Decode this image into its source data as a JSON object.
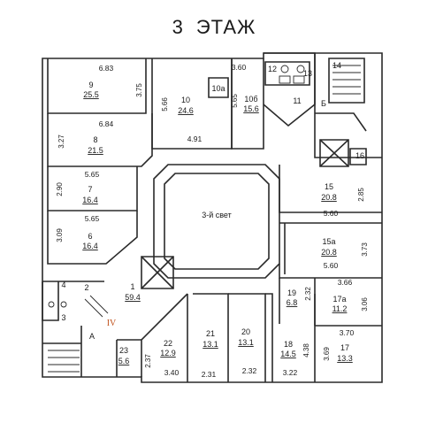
{
  "title": {
    "number": "3",
    "word": "ЭТАЖ"
  },
  "atrium_label": "3-й свет",
  "room_numbers": [
    "9",
    "8",
    "7",
    "6",
    "10",
    "10а",
    "10б",
    "11",
    "12",
    "13",
    "Б",
    "14",
    "16",
    "15",
    "15а",
    "19",
    "17а",
    "17",
    "18",
    "20",
    "21",
    "22",
    "23",
    "1",
    "2",
    "3",
    "4",
    "A"
  ],
  "room_areas": [
    "25.5",
    "21.5",
    "16.4",
    "16.4",
    "24.6",
    "15.6",
    "20.8",
    "20.8",
    "6.8",
    "11.2",
    "13.3",
    "14.5",
    "13.1",
    "13.1",
    "12.9",
    "5.6",
    "59.4"
  ],
  "dimensions_horizontal": [
    "6.83",
    "6.84",
    "5.65",
    "5.65",
    "3.60",
    "4.91",
    "5.60",
    "5.60",
    "3.66",
    "3.70",
    "3.40",
    "2.31",
    "2.32",
    "3.22"
  ],
  "dimensions_vertical": [
    "3.75",
    "3.27",
    "2.90",
    "3.09",
    "5.66",
    "5.65",
    "2.85",
    "3.73",
    "2.32",
    "3.06",
    "3.69",
    "4.38",
    "2.37"
  ],
  "stair_label": "IV"
}
